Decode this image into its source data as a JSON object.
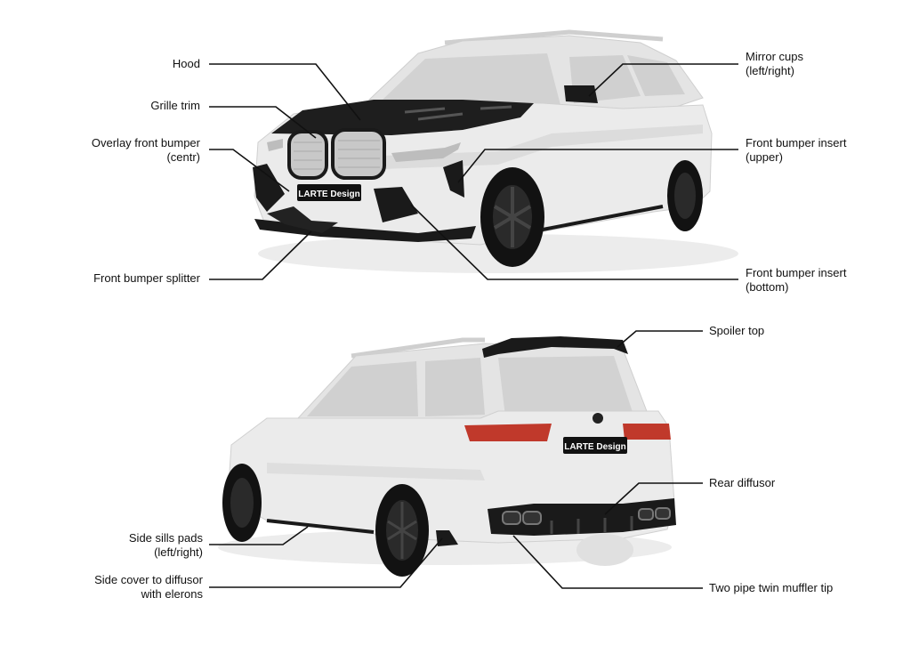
{
  "colors": {
    "body": "#e9e9e9",
    "body_shade": "#d4d4d4",
    "glass": "#c9c9c9",
    "carbon": "#1a1a1a",
    "wheel": "#121212",
    "taillight": "#c0392b",
    "leader": "#111111"
  },
  "brand_plate": "LARTE Design",
  "front_view": {
    "labels": [
      {
        "id": "hood",
        "lines": [
          "Hood"
        ]
      },
      {
        "id": "grille-trim",
        "lines": [
          "Grille trim"
        ]
      },
      {
        "id": "overlay-front-bumper",
        "lines": [
          "Overlay front bumper",
          "(centr)"
        ]
      },
      {
        "id": "front-bumper-splitter",
        "lines": [
          "Front bumper splitter"
        ]
      },
      {
        "id": "mirror-cups",
        "lines": [
          "Mirror cups",
          "(left/right)"
        ]
      },
      {
        "id": "front-bumper-insert-upper",
        "lines": [
          "Front bumper insert",
          "(upper)"
        ]
      },
      {
        "id": "front-bumper-insert-bottom",
        "lines": [
          "Front bumper insert",
          "(bottom)"
        ]
      }
    ]
  },
  "rear_view": {
    "labels": [
      {
        "id": "spoiler-top",
        "lines": [
          "Spoiler top"
        ]
      },
      {
        "id": "rear-diffusor",
        "lines": [
          "Rear diffusor"
        ]
      },
      {
        "id": "side-sills-pads",
        "lines": [
          "Side sills pads",
          "(left/right)"
        ]
      },
      {
        "id": "side-cover-to-diffusor",
        "lines": [
          "Side cover to diffusor",
          "with elerons"
        ]
      },
      {
        "id": "muffler-tip",
        "lines": [
          "Two pipe twin muffler tip"
        ]
      }
    ]
  }
}
